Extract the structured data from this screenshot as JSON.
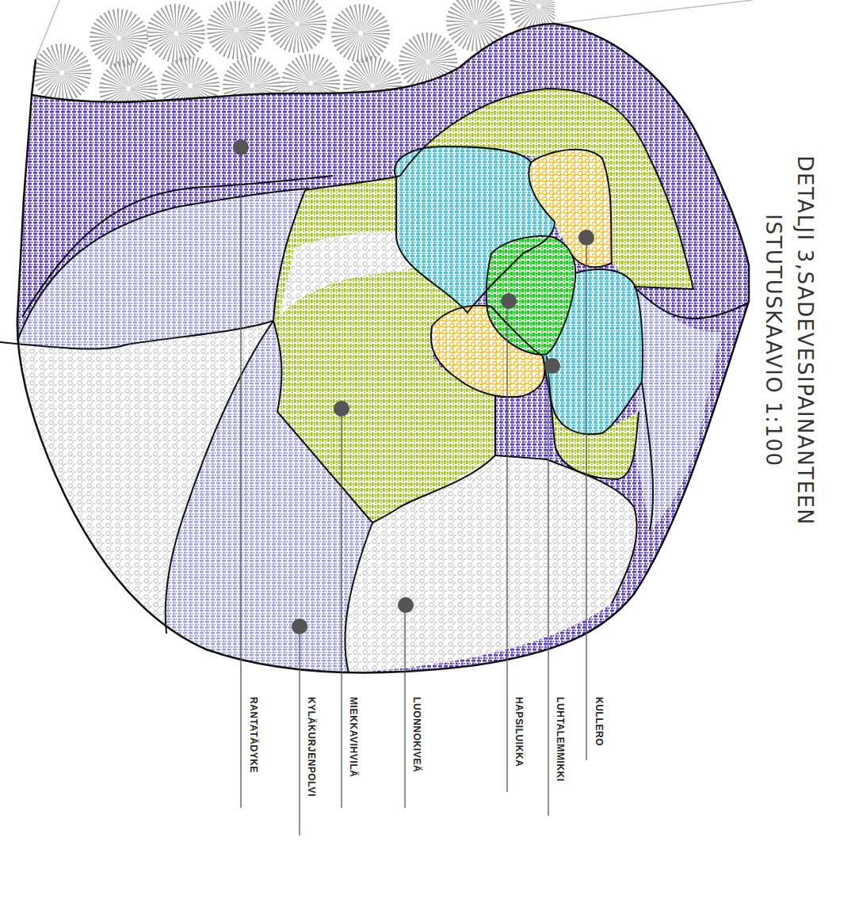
{
  "diagram": {
    "title": "DETALJI 3,SADEVESIPAINANTEEN ISTUTUSKAAVIO 1:100",
    "labels": [
      "RANTATÄDYKE",
      "KYLÄKURJENPOLVI",
      "MIEKKAVIHVILÄ",
      "LUONNOKIVEÄ",
      "HAPSILUIKKA",
      "LUHTALEMMIKKI",
      "KULLERO"
    ]
  }
}
